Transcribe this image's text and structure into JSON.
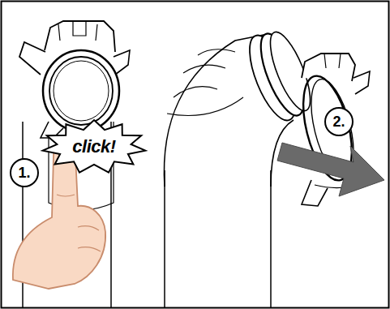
{
  "diagram": {
    "nodes": [
      {
        "text": [
          "2."
        ]
      },
      {
        "text": [
          "click!"
        ]
      },
      {
        "text": [
          "1."
        ]
      }
    ]
  }
}
